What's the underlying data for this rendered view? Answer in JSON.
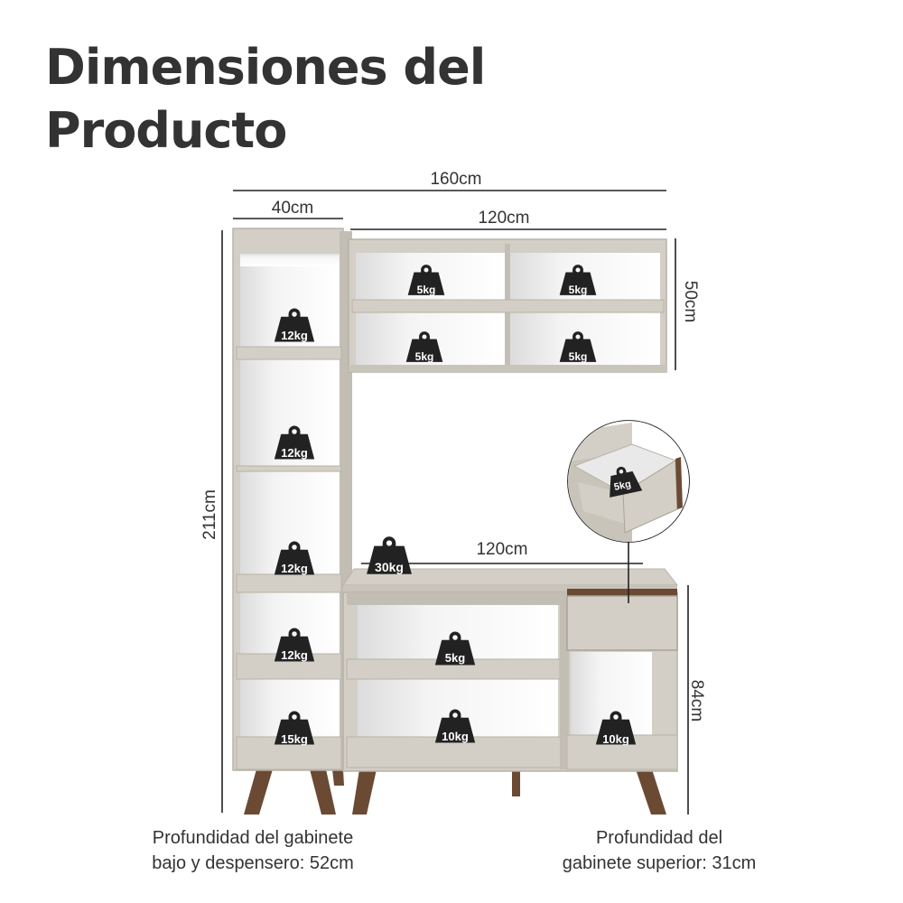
{
  "title": {
    "line1": "Dimensiones del",
    "line2": "Producto"
  },
  "dimensions": {
    "total_width": "160cm",
    "tower_width": "40cm",
    "upper_width": "120cm",
    "upper_height": "50cm",
    "total_height": "211cm",
    "counter_width": "120cm",
    "lower_height": "84cm"
  },
  "loads": {
    "tower": [
      "12kg",
      "12kg",
      "12kg",
      "12kg",
      "15kg"
    ],
    "upper": [
      "5kg",
      "5kg",
      "5kg",
      "5kg"
    ],
    "counter_top": "30kg",
    "lower_shelf": "5kg",
    "lower_bottom": "10kg",
    "lower_right": "10kg",
    "drawer": "5kg"
  },
  "notes": {
    "lower_line1": "Profundidad del gabinete",
    "lower_line2": "bajo y despensero: 52cm",
    "upper_line1": "Profundidad del",
    "upper_line2": "gabinete superior: 31cm"
  },
  "colors": {
    "cabinet": "#d3cfc6",
    "cabinet_edge": "#b8b2a7",
    "interior": "#ffffff",
    "interior_shade": "#e4e4e4",
    "legs": "#6b4a33",
    "weight_icon": "#222222",
    "text": "#333333"
  }
}
